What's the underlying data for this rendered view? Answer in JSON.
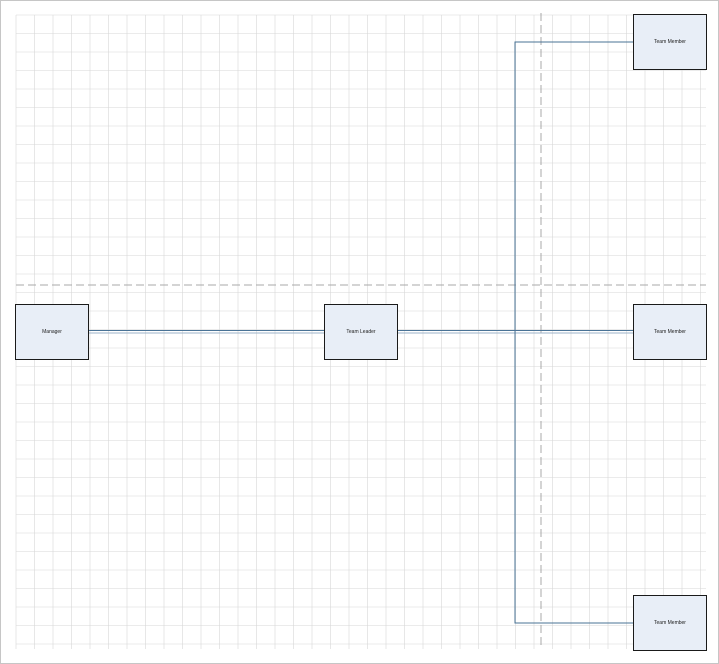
{
  "diagram": {
    "nodes": [
      {
        "id": "manager",
        "label": "Manager"
      },
      {
        "id": "team-leader",
        "label": "Team Leader"
      },
      {
        "id": "member-top",
        "label": "Team Member"
      },
      {
        "id": "member-mid",
        "label": "Team Member"
      },
      {
        "id": "member-bottom",
        "label": "Team Member"
      }
    ],
    "edges": [
      {
        "from": "manager",
        "to": "team-leader"
      },
      {
        "from": "team-leader",
        "to": "member-top"
      },
      {
        "from": "team-leader",
        "to": "member-mid"
      },
      {
        "from": "team-leader",
        "to": "member-bottom"
      }
    ],
    "colors": {
      "node_fill": "#e8eef7",
      "node_border": "#1a1a1a",
      "connector": "#4a7396",
      "grid": "#d7d7d7",
      "page_break": "#a8a8a8"
    }
  }
}
